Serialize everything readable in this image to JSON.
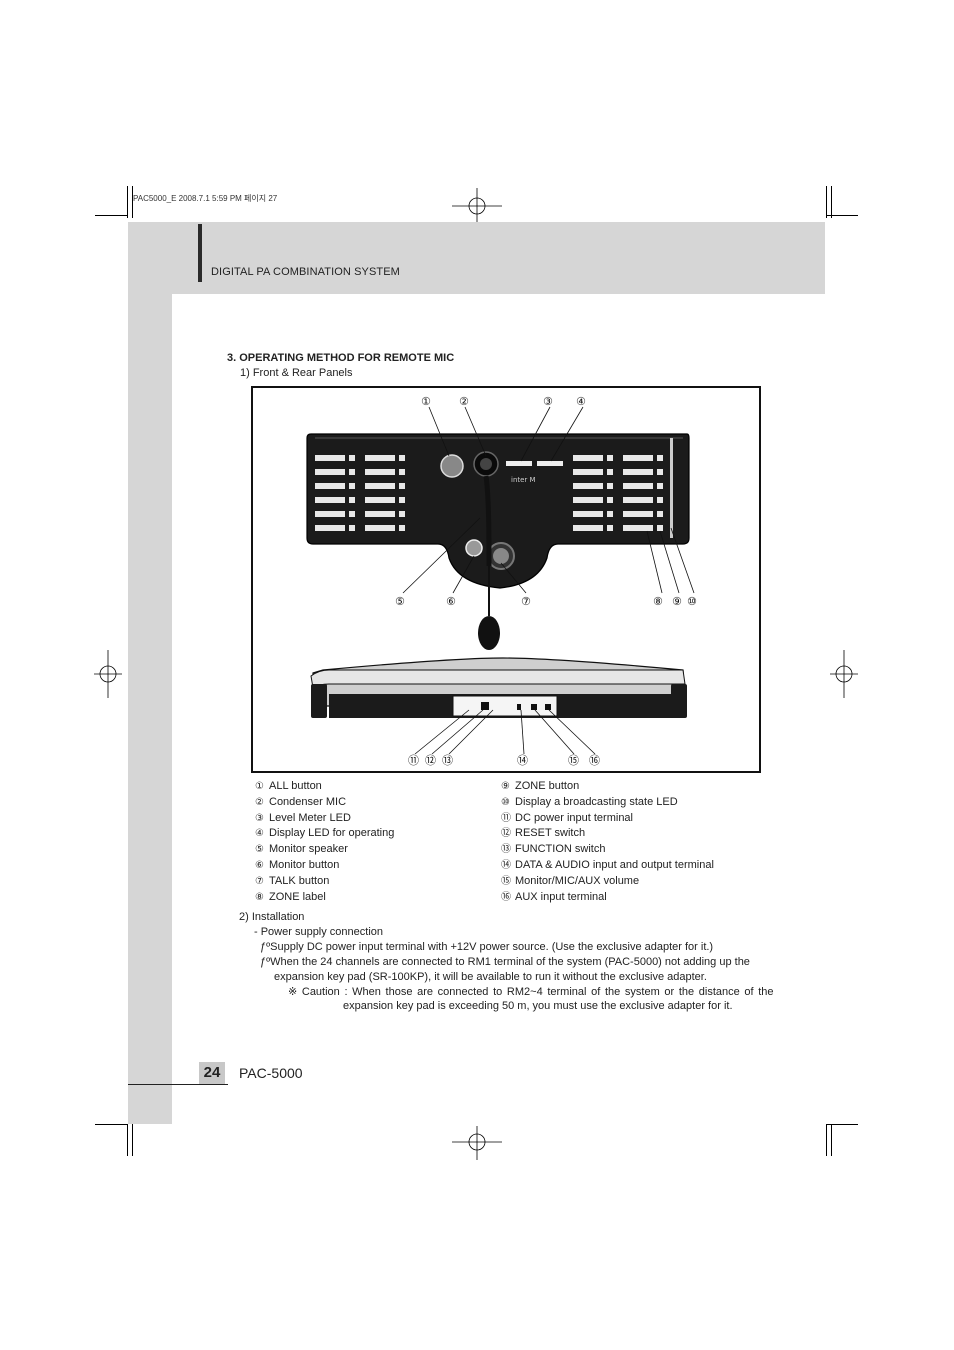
{
  "print_info": "PAC5000_E  2008.7.1 5:59 PM  페이지 27",
  "header": {
    "title": "DIGITAL PA COMBINATION SYSTEM"
  },
  "section": {
    "title": "3. OPERATING METHOD FOR REMOTE MIC",
    "subtitle": "1) Front & Rear Panels"
  },
  "figure": {
    "brand": "inter M",
    "front_callouts": [
      "①",
      "②",
      "③",
      "④",
      "⑤",
      "⑥",
      "⑦",
      "⑧",
      "⑨",
      "⑩"
    ],
    "rear_callouts": [
      "⑪",
      "⑫",
      "⑬",
      "⑭",
      "⑮",
      "⑯"
    ]
  },
  "legend_left": [
    {
      "n": "①",
      "label": "ALL button"
    },
    {
      "n": "②",
      "label": "Condenser MIC"
    },
    {
      "n": "③",
      "label": "Level Meter LED"
    },
    {
      "n": "④",
      "label": "Display LED for operating"
    },
    {
      "n": "⑤",
      "label": "Monitor speaker"
    },
    {
      "n": "⑥",
      "label": "Monitor button"
    },
    {
      "n": "⑦",
      "label": "TALK button"
    },
    {
      "n": "⑧",
      "label": "ZONE label"
    }
  ],
  "legend_right": [
    {
      "n": "⑨",
      "label": "ZONE button"
    },
    {
      "n": "⑩",
      "label": "Display a broadcasting state LED"
    },
    {
      "n": "⑪",
      "label": "DC power input terminal"
    },
    {
      "n": "⑫",
      "label": "RESET switch"
    },
    {
      "n": "⑬",
      "label": "FUNCTION switch"
    },
    {
      "n": "⑭",
      "label": "DATA & AUDIO input and output terminal"
    },
    {
      "n": "⑮",
      "label": "Monitor/MIC/AUX volume"
    },
    {
      "n": "⑯",
      "label": "AUX input terminal"
    }
  ],
  "installation": {
    "heading": "2) Installation",
    "sub": "- Power supply connection",
    "p1": "ƒºSupply DC power input terminal with +12V power source.  (Use the exclusive adapter for it.)",
    "p2a": "ƒºWhen the 24 channels are connected to RM1 terminal of the system (PAC-5000) not adding up the",
    "p2b": "expansion key pad  (SR-100KP), it will be available to run it without the exclusive adapter.",
    "caution_a": "※ Caution : When those are connected to RM2~4 terminal of the system or the distance of the",
    "caution_b": "expansion key pad is exceeding 50 m, you must use the exclusive adapter for it."
  },
  "footer": {
    "page": "24",
    "model": "PAC-5000"
  }
}
